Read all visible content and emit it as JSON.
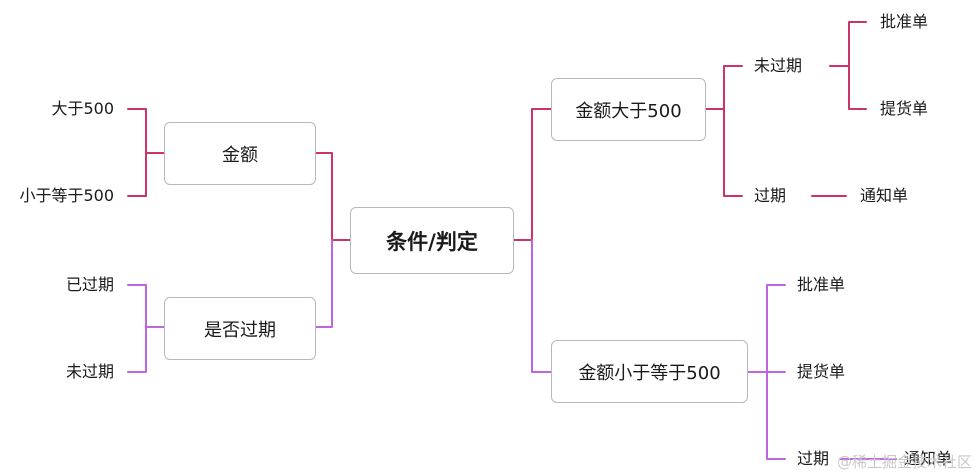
{
  "root": {
    "label": "条件/判定"
  },
  "left": {
    "amount": {
      "label": "金额",
      "children": [
        "大于500",
        "小于等于500"
      ]
    },
    "expired": {
      "label": "是否过期",
      "children": [
        "已过期",
        "未过期"
      ]
    }
  },
  "right": {
    "gt500": {
      "label": "金额大于500",
      "not_expired": {
        "label": "未过期",
        "children": [
          "批准单",
          "提货单"
        ]
      },
      "expired": {
        "label": "过期",
        "child": "通知单"
      }
    },
    "le500": {
      "label": "金额小于等于500",
      "children": [
        "批准单",
        "提货单",
        "过期"
      ],
      "expired_child": "通知单"
    }
  },
  "colors": {
    "red_branch": "#cc3366",
    "purple_branch": "#c065e0"
  },
  "watermark": "@稀土掘金技术社区"
}
